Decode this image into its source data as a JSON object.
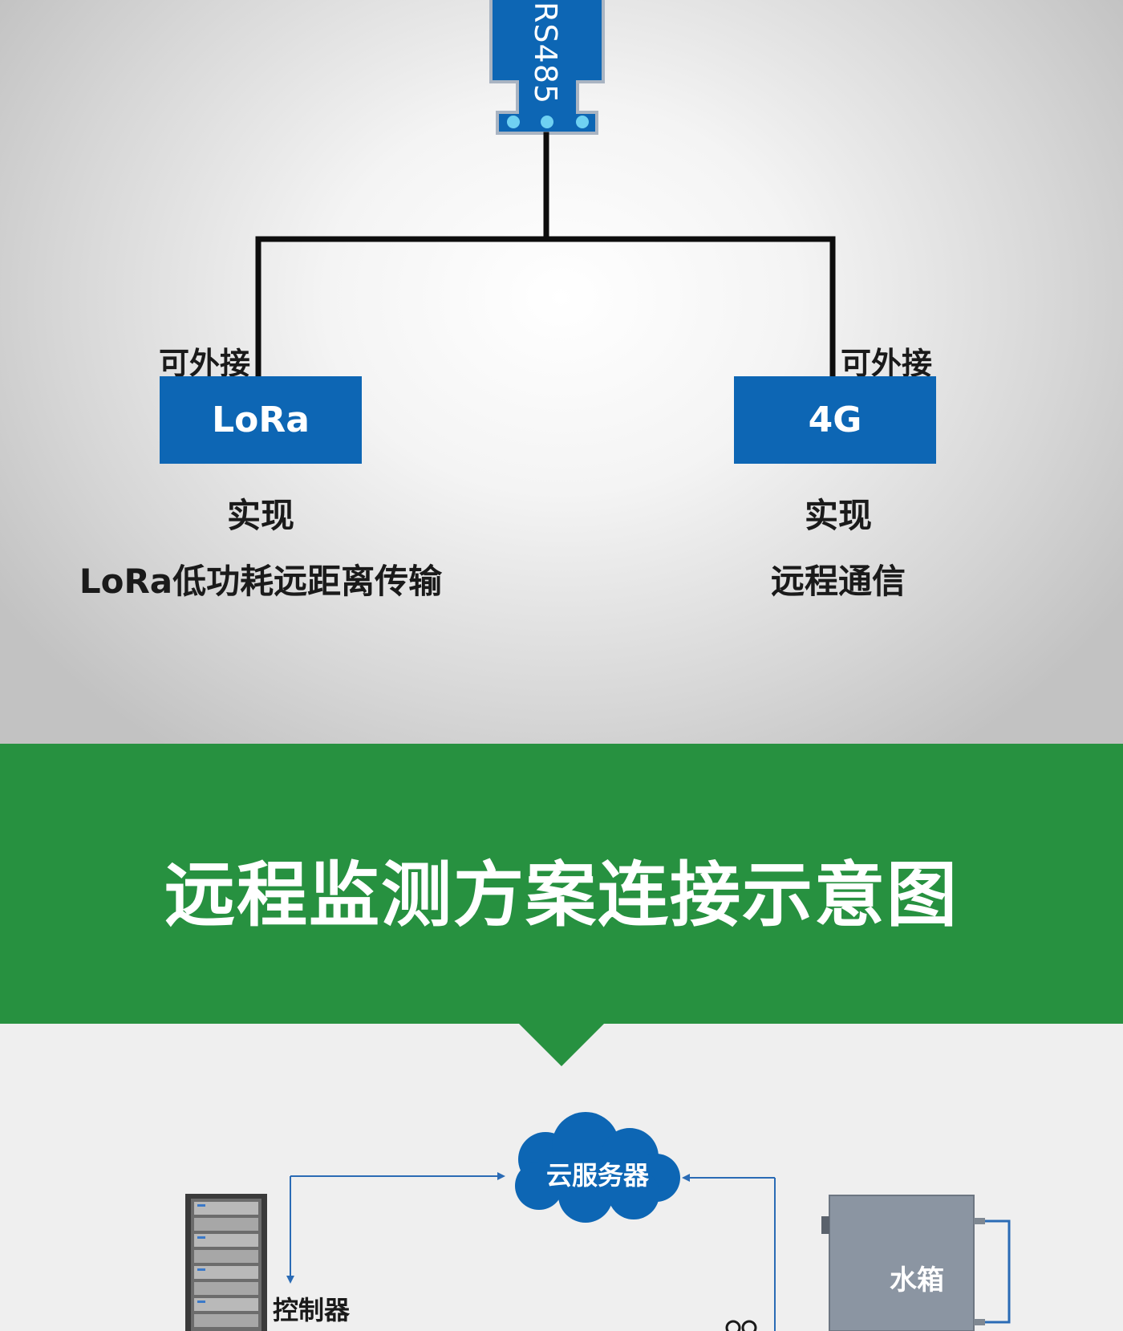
{
  "module": {
    "label": "RS485"
  },
  "left_branch": {
    "ext_label": "可外接",
    "box_label": "LoRa",
    "desc_line1": "实现",
    "desc_line2": "LoRa低功耗远距离传输"
  },
  "right_branch": {
    "ext_label": "可外接",
    "box_label": "4G",
    "desc_line1": "实现",
    "desc_line2": "远程通信"
  },
  "banner": {
    "title": "远程监测方案连接示意图"
  },
  "diagram": {
    "cloud_label": "云服务器",
    "controller_label": "控制器",
    "tank_label": "水箱"
  },
  "colors": {
    "blue": "#0d66b4",
    "green": "#279140",
    "line": "#0d0d0d",
    "arrow": "#2a6bb5"
  }
}
